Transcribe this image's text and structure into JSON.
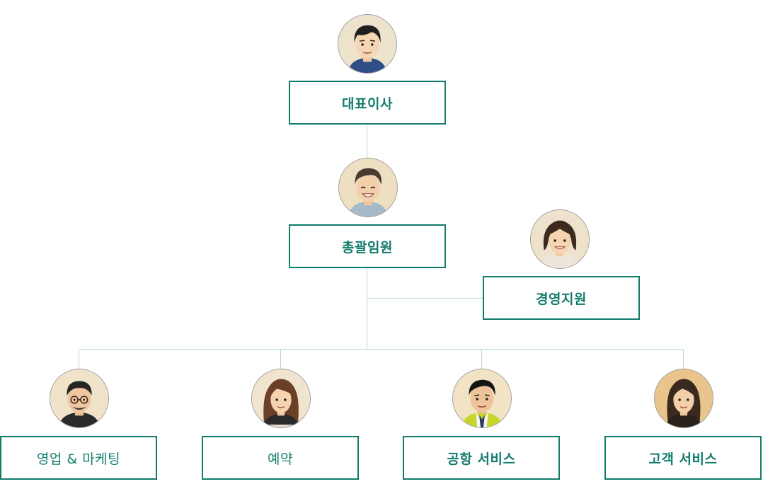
{
  "org_chart": {
    "ceo": {
      "title": "대표이사",
      "avatar_icon": "ceo-portrait-icon"
    },
    "executive": {
      "title": "총괄임원",
      "avatar_icon": "executive-portrait-icon"
    },
    "support": {
      "title": "경영지원",
      "avatar_icon": "support-portrait-icon"
    },
    "departments": [
      {
        "title": "영업 & 마케팅",
        "avatar_icon": "sales-marketing-portrait-icon"
      },
      {
        "title": "예약",
        "avatar_icon": "reservation-portrait-icon"
      },
      {
        "title": "공항 서비스",
        "avatar_icon": "airport-service-portrait-icon"
      },
      {
        "title": "고객 서비스",
        "avatar_icon": "customer-service-portrait-icon"
      }
    ]
  },
  "colors": {
    "accent": "#127c6b",
    "connector": "#b7d8d2"
  }
}
